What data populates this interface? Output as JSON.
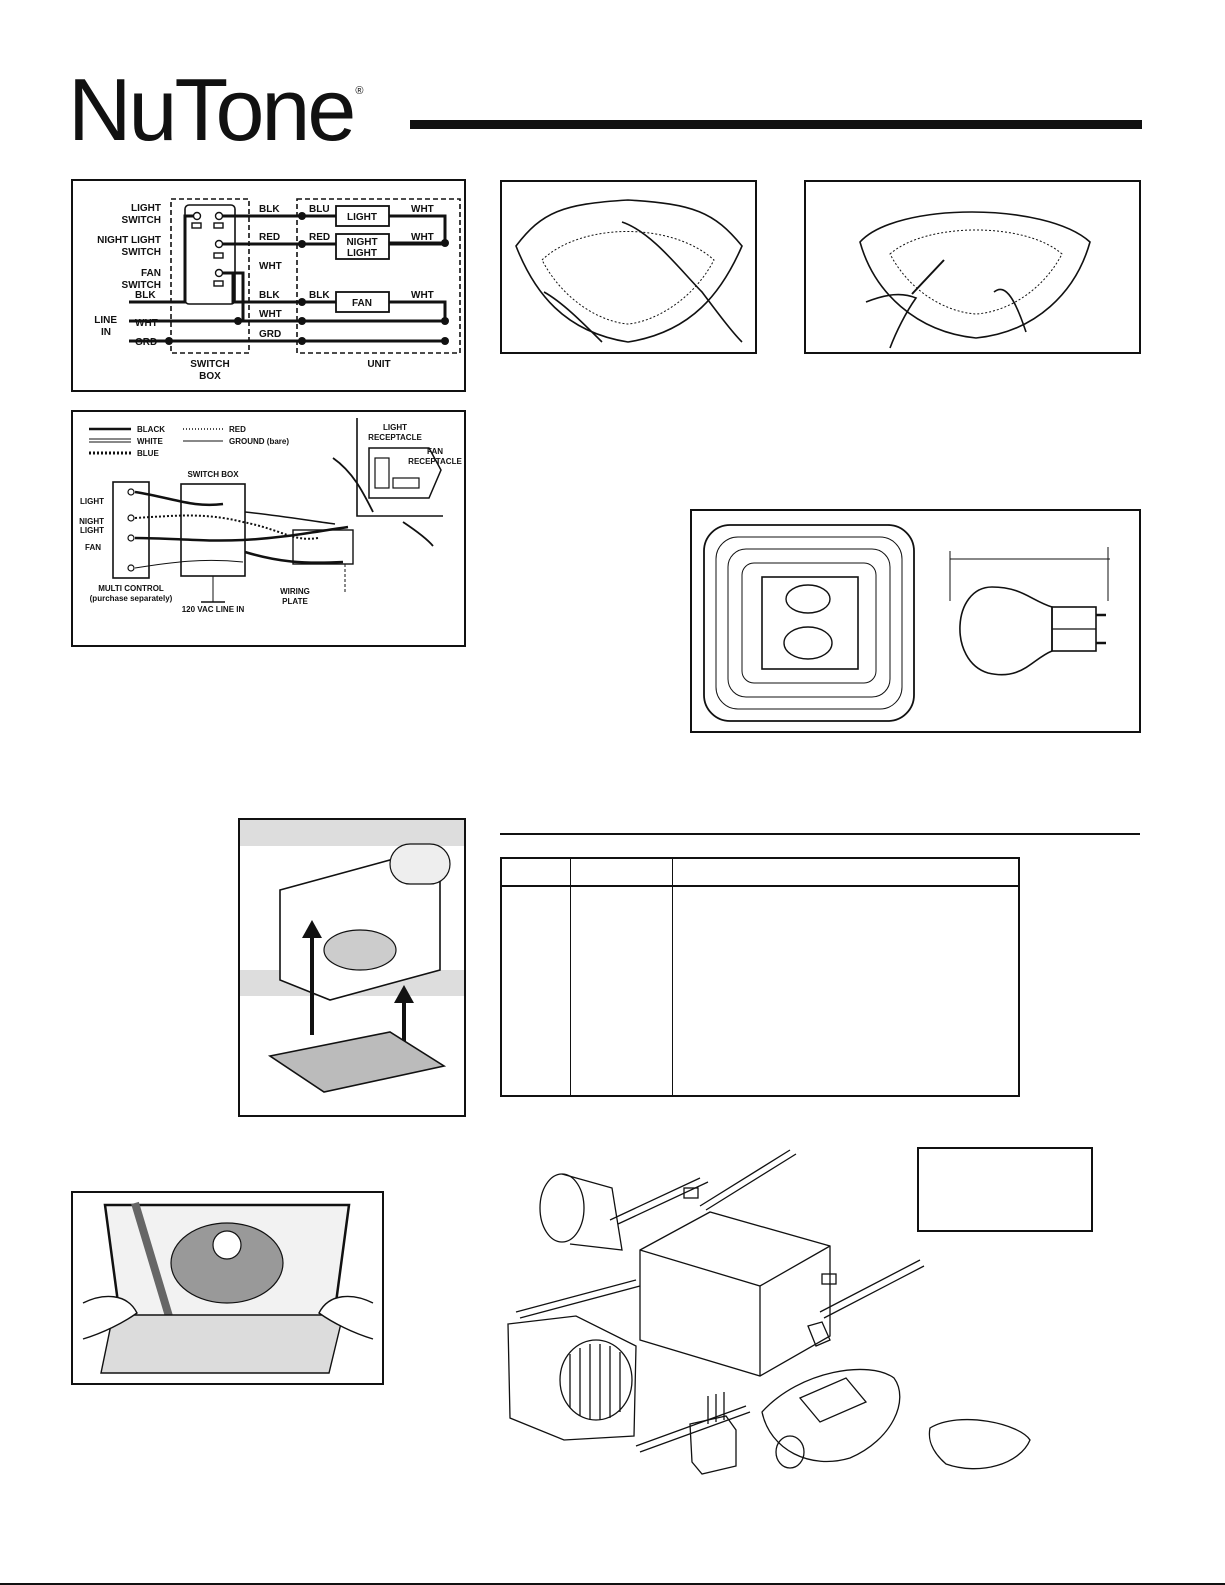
{
  "brand": {
    "name": "NuTone",
    "mark": "®"
  },
  "wiring_schematic": {
    "switch_labels": {
      "light_switch": [
        "LIGHT",
        "SWITCH"
      ],
      "night_light_switch": [
        "NIGHT LIGHT",
        "SWITCH"
      ],
      "fan_switch": [
        "FAN",
        "SWITCH"
      ],
      "line_in": [
        "LINE",
        "IN"
      ]
    },
    "wires": {
      "blk": "BLK",
      "red": "RED",
      "wht": "WHT",
      "blu": "BLU",
      "grd": "GRD"
    },
    "loads": {
      "light": "LIGHT",
      "night_light": [
        "NIGHT",
        "LIGHT"
      ],
      "fan": "FAN"
    },
    "sections": {
      "switch_box": [
        "SWITCH",
        "BOX"
      ],
      "unit": "UNIT"
    }
  },
  "wiring_pictorial": {
    "legend": {
      "black": "BLACK",
      "white": "WHITE",
      "blue": "BLUE",
      "red": "RED",
      "ground": "GROUND (bare)"
    },
    "switch_box": "SWITCH BOX",
    "control_labels": {
      "light": "LIGHT",
      "night_light": [
        "NIGHT",
        "LIGHT"
      ],
      "fan": "FAN"
    },
    "multi_control": [
      "MULTI CONTROL",
      "(purchase separately)"
    ],
    "line_in": "120 VAC LINE IN",
    "wiring_plate": [
      "WIRING",
      "PLATE"
    ],
    "light_receptacle": [
      "LIGHT",
      "RECEPTACLE"
    ],
    "fan_receptacle": [
      "FAN",
      "RECEPTACLE"
    ]
  },
  "illustration_icons": {
    "grille_removal": "hands-grille-icon",
    "grille_screwdriver": "screwdriver-grille-icon",
    "bulb_grille": "grille-bulbs-icon",
    "bulb": "gu24-bulb-icon",
    "housing_install": "housing-ceiling-icon",
    "grille_attach": "grille-attach-icon",
    "exploded_view": "exploded-parts-icon"
  }
}
